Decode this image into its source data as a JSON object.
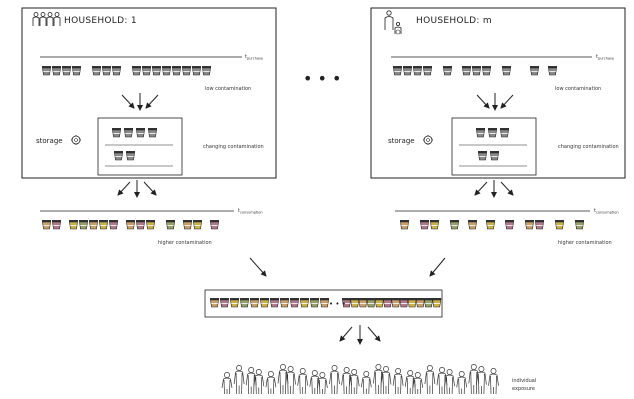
{
  "household_1": {
    "title": "HOUSEHOLD: 1",
    "t_label": "t",
    "t_sub": "purchase",
    "low_label": "low contamination",
    "storage_label": "storage",
    "changing_label": "changing contamination",
    "t2_label": "t",
    "t2_sub": "consumption",
    "higher_label": "higher contamination"
  },
  "household_m": {
    "title": "HOUSEHOLD: m",
    "t_label": "t",
    "t_sub": "purchase",
    "low_label": "low contamination",
    "storage_label": "storage",
    "changing_label": "changing contamination",
    "t2_label": "t",
    "t2_sub": "consumption",
    "higher_label": "higher contamination"
  },
  "ellipsis": "•  •  •",
  "pool_ellipsis": "• • •",
  "exposure_label_line1": "individual",
  "exposure_label_line2": "exposure",
  "icons": {
    "household_1": "family-icon",
    "household_m": "parent-child-icon",
    "storage": "fridge-gear-icon",
    "cup": "yogurt-cup-icon",
    "crowd": "people-crowd-icon"
  },
  "colors": {
    "low_cup": "#8a8a8a",
    "tint_a": "#c9a06a",
    "tint_b": "#b07a8a",
    "tint_c": "#c9b24a",
    "tint_d": "#9aa06a"
  }
}
